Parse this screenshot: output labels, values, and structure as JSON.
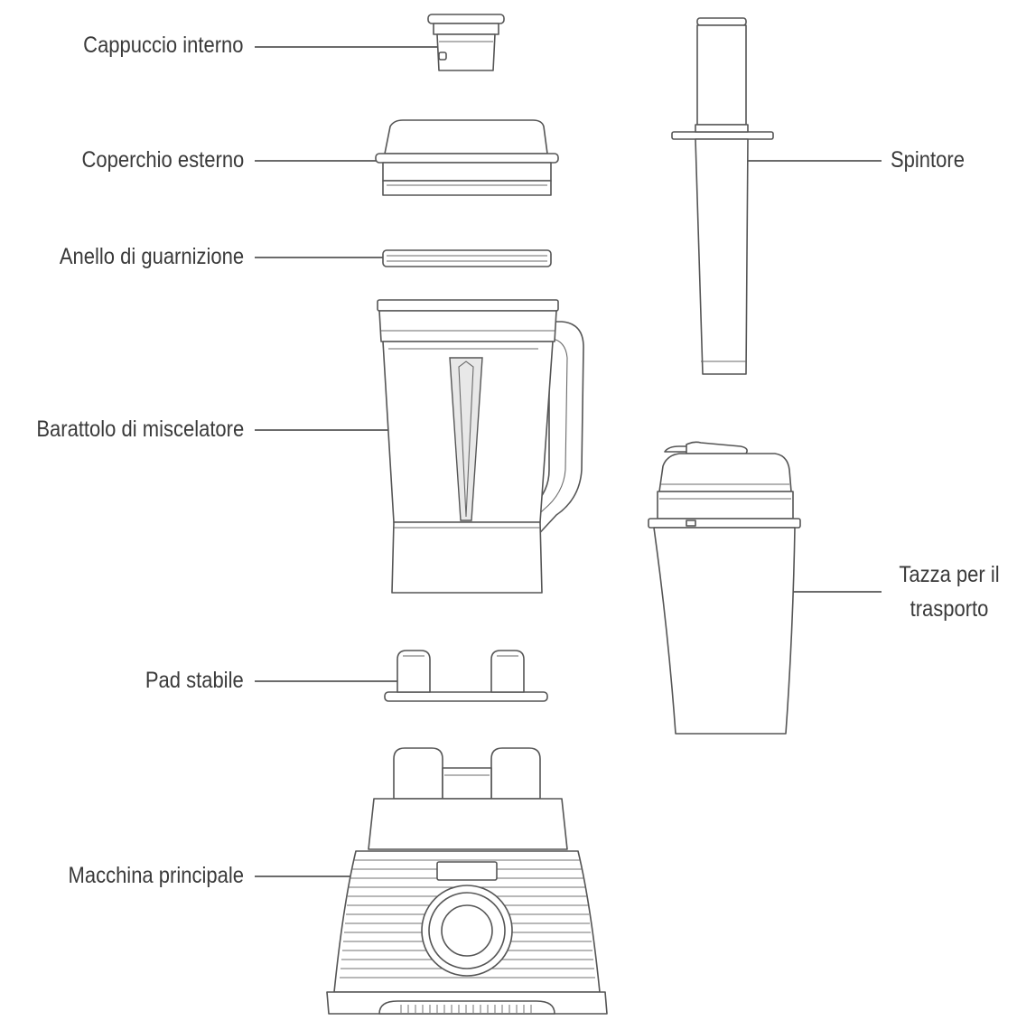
{
  "labels": {
    "inner_cap": "Cappuccio interno",
    "outer_lid": "Coperchio esterno",
    "seal_ring": "Anello di guarnizione",
    "blender_jar": "Barattolo di miscelatore",
    "stable_pad": "Pad stabile",
    "main_unit": "Macchina principale",
    "tamper": "Spintore",
    "travel_cup_line1": "Tazza per il",
    "travel_cup_line2": "trasporto"
  }
}
